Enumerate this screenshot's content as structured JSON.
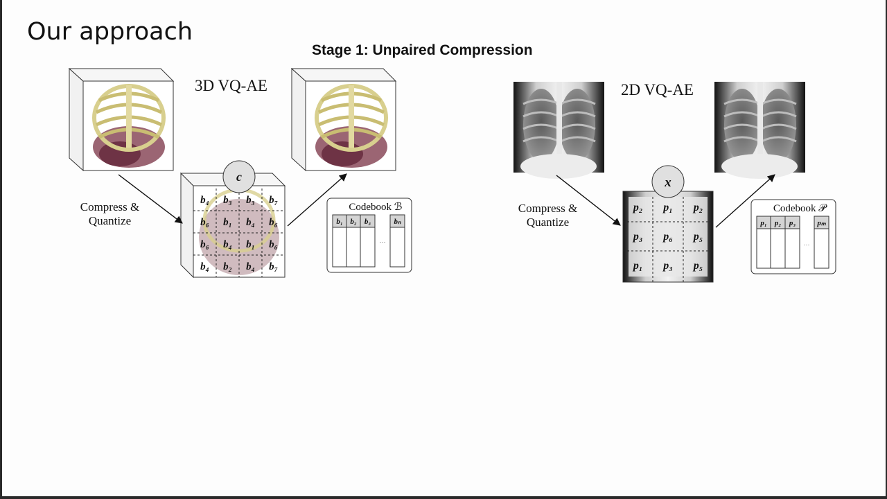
{
  "slide": {
    "title": "Our approach",
    "stage_title": "Stage 1: Unpaired Compression"
  },
  "left_panel": {
    "model_label": "3D VQ-AE",
    "arrow_label_line1": "Compress &",
    "arrow_label_line2": "Quantize",
    "code_symbol": "c",
    "codebook_title": "Codebook ℬ",
    "codebook_entries": [
      "b₁",
      "b₂",
      "b₃",
      "bₙ"
    ],
    "codebook_ellipsis": "···",
    "grid": [
      [
        "b₄",
        "b₃",
        "b₃",
        "b₇"
      ],
      [
        "b₆",
        "b₁",
        "b₄",
        "b₆"
      ],
      [
        "b₆",
        "b₄",
        "b₁",
        "b₆"
      ],
      [
        "b₄",
        "b₂",
        "b₄",
        "b₇"
      ]
    ]
  },
  "right_panel": {
    "model_label": "2D VQ-AE",
    "arrow_label_line1": "Compress &",
    "arrow_label_line2": "Quantize",
    "code_symbol": "x",
    "codebook_title": "Codebook 𝒫",
    "codebook_entries": [
      "p₁",
      "p₂",
      "p₃",
      "pₘ"
    ],
    "codebook_ellipsis": "···",
    "grid": [
      [
        "p₂",
        "p₁",
        "p₂"
      ],
      [
        "p₃",
        "p₆",
        "p₅"
      ],
      [
        "p₁",
        "p₃",
        "p₅"
      ]
    ]
  },
  "colors": {
    "bone": "#d8cf8e",
    "tissue": "#8a4a5a",
    "xray_dark": "#1a1a1a",
    "xray_light": "#e6e6e6"
  }
}
